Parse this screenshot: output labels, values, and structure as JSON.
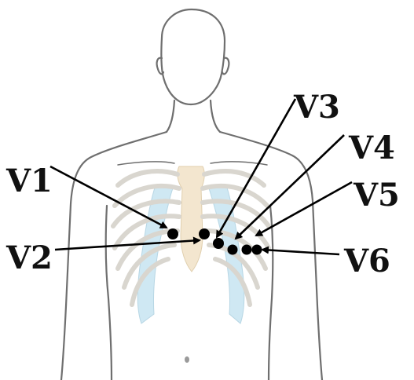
{
  "diagram": {
    "leads": [
      {
        "id": "v1",
        "label": "V1"
      },
      {
        "id": "v2",
        "label": "V2"
      },
      {
        "id": "v3",
        "label": "V3"
      },
      {
        "id": "v4",
        "label": "V4"
      },
      {
        "id": "v5",
        "label": "V5"
      },
      {
        "id": "v6",
        "label": "V6"
      }
    ],
    "colors": {
      "outline": "#6f6f6f",
      "rib": "#d9d6cf",
      "cartilage": "#cfe8f3",
      "sternum": "#f3e6cf",
      "electrode": "#000000",
      "arrow": "#000000",
      "label": "#111111"
    }
  }
}
